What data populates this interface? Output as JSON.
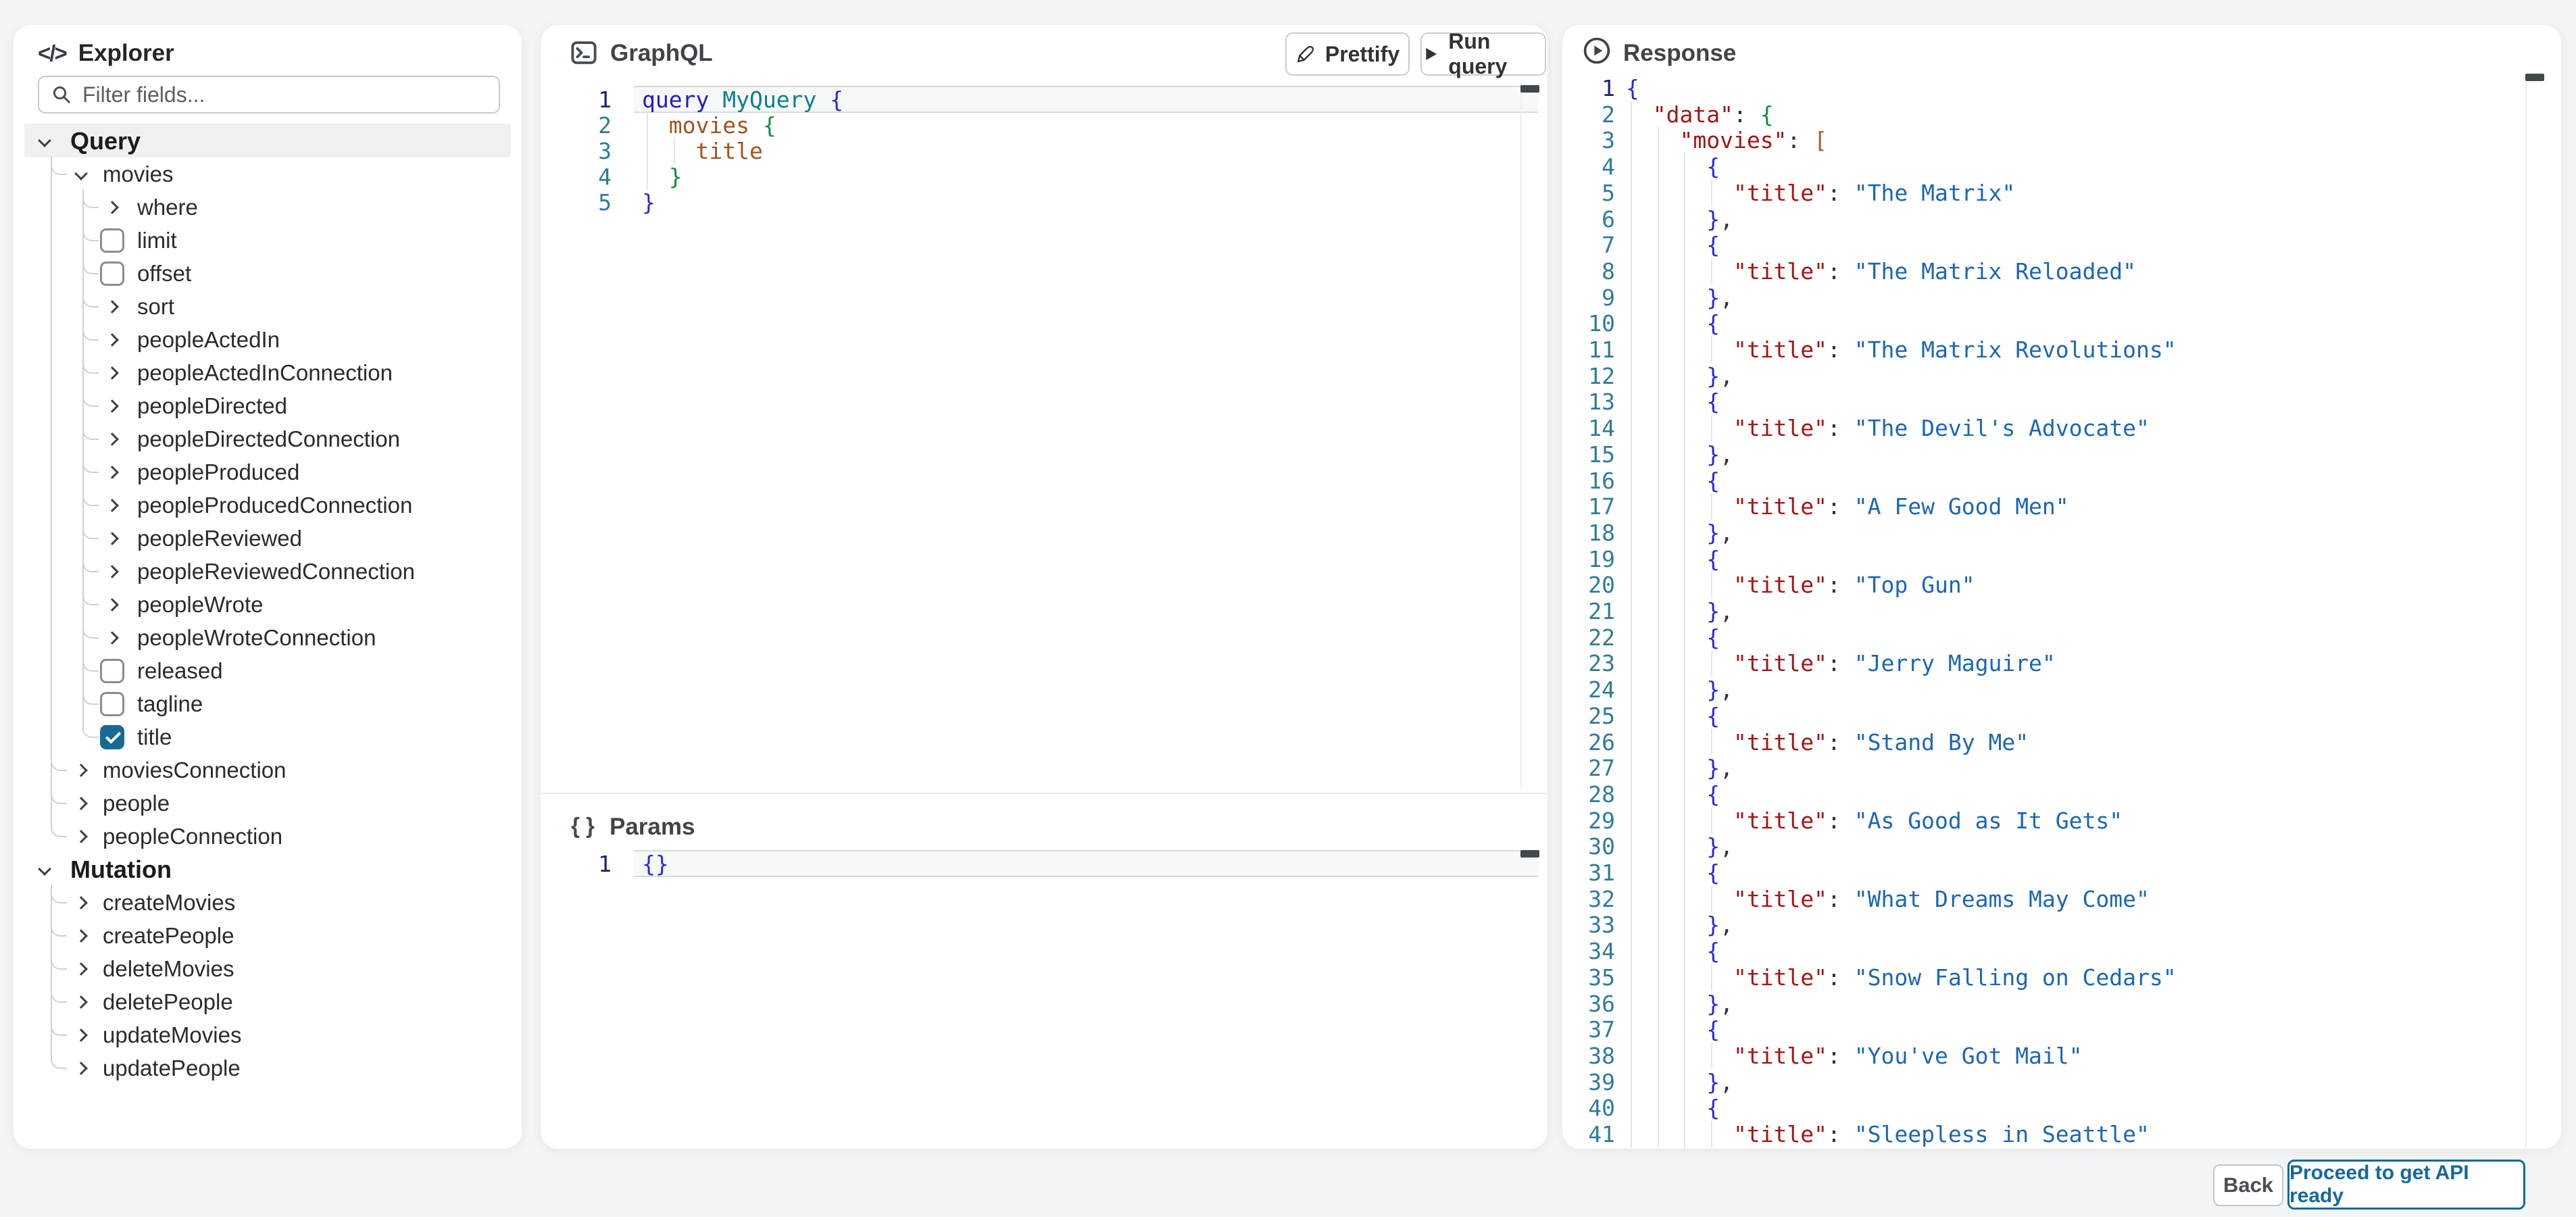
{
  "explorer": {
    "title": "Explorer",
    "filter_placeholder": "Filter fields...",
    "tree": [
      {
        "label": "Query",
        "depth": 0,
        "control": "chevron-down",
        "section": true,
        "selected": true
      },
      {
        "label": "movies",
        "depth": 1,
        "control": "chevron-down"
      },
      {
        "label": "where",
        "depth": 2,
        "control": "chevron-right"
      },
      {
        "label": "limit",
        "depth": 2,
        "control": "checkbox"
      },
      {
        "label": "offset",
        "depth": 2,
        "control": "checkbox"
      },
      {
        "label": "sort",
        "depth": 2,
        "control": "chevron-right"
      },
      {
        "label": "peopleActedIn",
        "depth": 2,
        "control": "chevron-right"
      },
      {
        "label": "peopleActedInConnection",
        "depth": 2,
        "control": "chevron-right"
      },
      {
        "label": "peopleDirected",
        "depth": 2,
        "control": "chevron-right"
      },
      {
        "label": "peopleDirectedConnection",
        "depth": 2,
        "control": "chevron-right"
      },
      {
        "label": "peopleProduced",
        "depth": 2,
        "control": "chevron-right"
      },
      {
        "label": "peopleProducedConnection",
        "depth": 2,
        "control": "chevron-right"
      },
      {
        "label": "peopleReviewed",
        "depth": 2,
        "control": "chevron-right"
      },
      {
        "label": "peopleReviewedConnection",
        "depth": 2,
        "control": "chevron-right"
      },
      {
        "label": "peopleWrote",
        "depth": 2,
        "control": "chevron-right"
      },
      {
        "label": "peopleWroteConnection",
        "depth": 2,
        "control": "chevron-right"
      },
      {
        "label": "released",
        "depth": 2,
        "control": "checkbox"
      },
      {
        "label": "tagline",
        "depth": 2,
        "control": "checkbox"
      },
      {
        "label": "title",
        "depth": 2,
        "control": "checkbox-checked"
      },
      {
        "label": "moviesConnection",
        "depth": 1,
        "control": "chevron-right"
      },
      {
        "label": "people",
        "depth": 1,
        "control": "chevron-right"
      },
      {
        "label": "peopleConnection",
        "depth": 1,
        "control": "chevron-right"
      },
      {
        "label": "Mutation",
        "depth": 0,
        "control": "chevron-down",
        "section": true
      },
      {
        "label": "createMovies",
        "depth": 1,
        "control": "chevron-right"
      },
      {
        "label": "createPeople",
        "depth": 1,
        "control": "chevron-right"
      },
      {
        "label": "deleteMovies",
        "depth": 1,
        "control": "chevron-right"
      },
      {
        "label": "deletePeople",
        "depth": 1,
        "control": "chevron-right"
      },
      {
        "label": "updateMovies",
        "depth": 1,
        "control": "chevron-right"
      },
      {
        "label": "updatePeople",
        "depth": 1,
        "control": "chevron-right"
      }
    ]
  },
  "graphql": {
    "title": "GraphQL",
    "prettify_label": "Prettify",
    "run_label": "Run query",
    "query_text": "query MyQuery {\n  movies {\n    title\n  }\n}",
    "lines": [
      {
        "num": 1,
        "indent": 0,
        "active": true,
        "tokens": [
          [
            "kw",
            "query"
          ],
          [
            "pu",
            " "
          ],
          [
            "op",
            "MyQuery"
          ],
          [
            "pu",
            " "
          ],
          [
            "b0",
            "{"
          ]
        ]
      },
      {
        "num": 2,
        "indent": 2,
        "tokens": [
          [
            "pu",
            "  "
          ],
          [
            "fld",
            "movies"
          ],
          [
            "pu",
            " "
          ],
          [
            "b1",
            "{"
          ]
        ]
      },
      {
        "num": 3,
        "indent": 4,
        "tokens": [
          [
            "pu",
            "    "
          ],
          [
            "fld",
            "title"
          ]
        ]
      },
      {
        "num": 4,
        "indent": 2,
        "tokens": [
          [
            "pu",
            "  "
          ],
          [
            "b1",
            "}"
          ]
        ]
      },
      {
        "num": 5,
        "indent": 0,
        "tokens": [
          [
            "b0",
            "}"
          ]
        ]
      }
    ]
  },
  "params": {
    "title": "Params",
    "lines": [
      {
        "num": 1,
        "indent": 0,
        "active": true,
        "tokens": [
          [
            "b0",
            "{}"
          ]
        ]
      }
    ]
  },
  "response": {
    "title": "Response",
    "root_key": "data",
    "list_key": "movies",
    "item_key": "title",
    "movies": [
      "The Matrix",
      "The Matrix Reloaded",
      "The Matrix Revolutions",
      "The Devil's Advocate",
      "A Few Good Men",
      "Top Gun",
      "Jerry Maguire",
      "Stand By Me",
      "As Good as It Gets",
      "What Dreams May Come",
      "Snow Falling on Cedars",
      "You've Got Mail",
      "Sleepless in Seattle"
    ],
    "visible_line_count": 41
  },
  "footer": {
    "back_label": "Back",
    "proceed_label": "Proceed to get API ready"
  },
  "colors": {
    "accent_blue": "#15689c",
    "checkbox_checked": "#176a96",
    "json_key": "#a31515",
    "json_string": "#1c66b3",
    "line_number": "#2f7b99",
    "page_background": "#f3f4f5"
  }
}
